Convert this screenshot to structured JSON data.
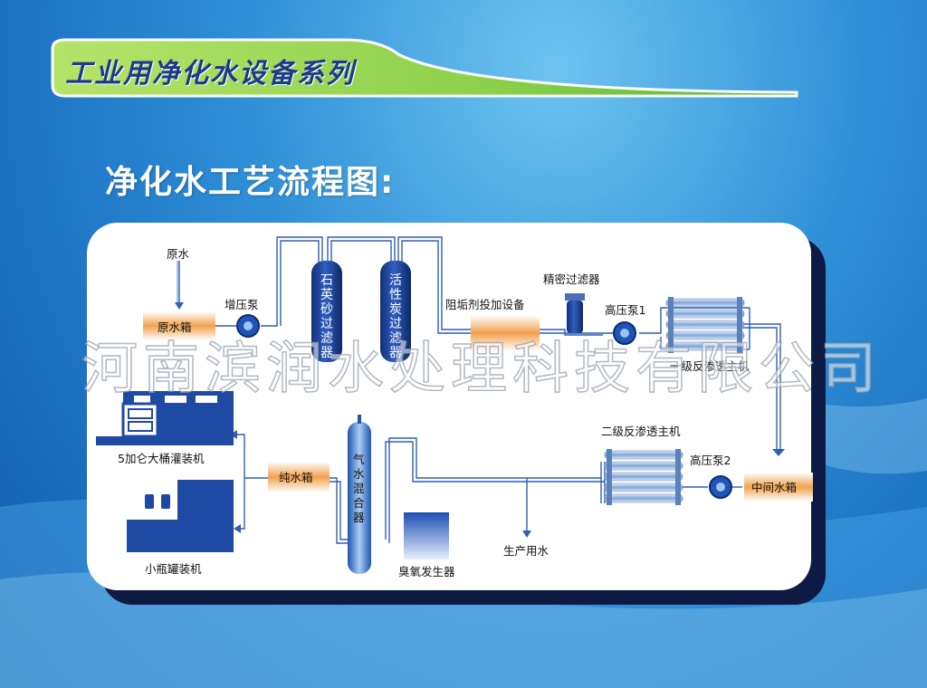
{
  "banner": {
    "title": "工业用净化水设备系列"
  },
  "heading": {
    "text": "净化水工艺流程图",
    "colon": ":"
  },
  "watermark": "河南滨润水处理科技有限公司",
  "nodes": {
    "raw_water": "原水",
    "raw_tank": "原水箱",
    "booster_pump": "增压泵",
    "quartz_filter": [
      "石",
      "英",
      "砂",
      "过",
      "滤",
      "器"
    ],
    "carbon_filter": [
      "活",
      "性",
      "炭",
      "过",
      "滤",
      "器"
    ],
    "antiscalant": "阻垢剂投加设备",
    "precision_filter": "精密过滤器",
    "hp_pump_1": "高压泵1",
    "ro_1": "一级反渗透主机",
    "mid_tank": "中间水箱",
    "hp_pump_2": "高压泵2",
    "ro_2": "二级反渗透主机",
    "production_water": "生产用水",
    "gas_mixer": [
      "气",
      "水",
      "混",
      "合",
      "器"
    ],
    "ozone": "臭氧发生器",
    "pure_tank": "纯水箱",
    "barrel_filler": "5加仑大桶灌装机",
    "bottle_filler": "小瓶罐装机"
  },
  "colors": {
    "pipe": "#2f5fb3",
    "tank": "#f0a050",
    "vessel": "#1c3f91",
    "membrane": "#8fb3de"
  }
}
